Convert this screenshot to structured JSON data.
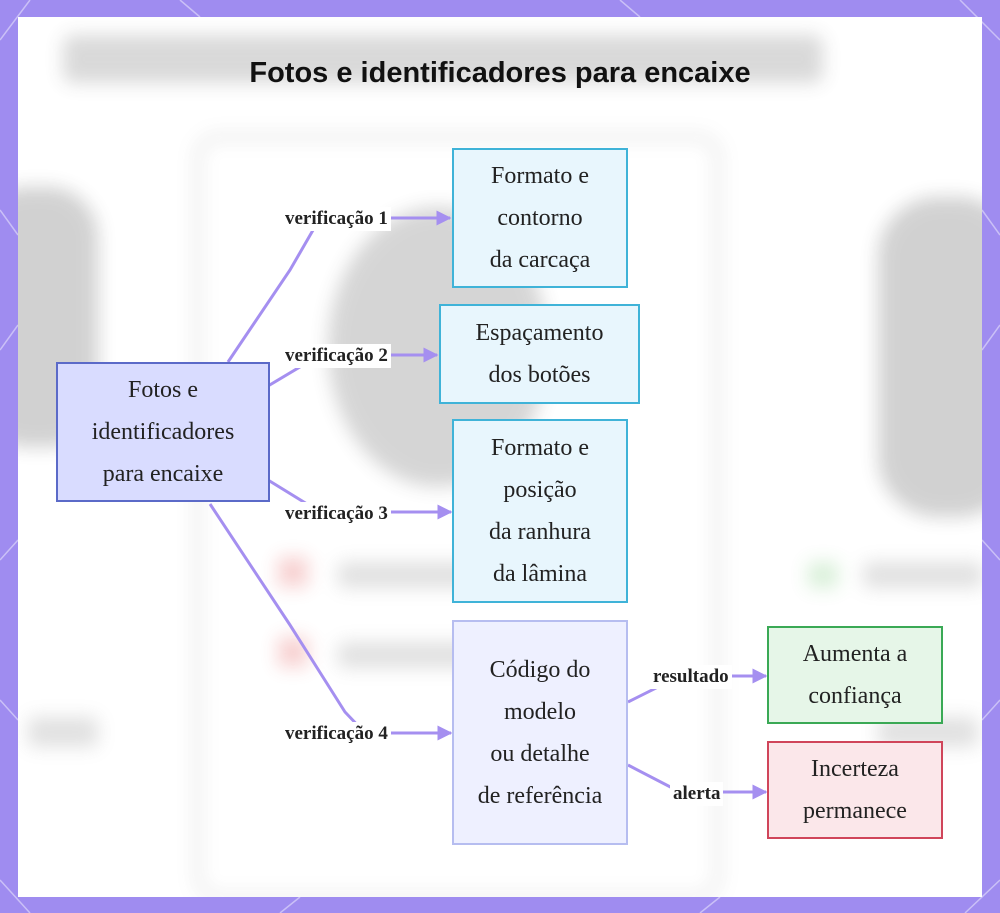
{
  "title": "Fotos e identificadores para encaixe",
  "nodes": {
    "root": [
      "Fotos e",
      "identificadores",
      "para encaixe"
    ],
    "check1": [
      "Formato e",
      "contorno",
      "da carcaça"
    ],
    "check2": [
      "Espaçamento",
      "dos botões"
    ],
    "check3": [
      "Formato e",
      "posição",
      "da ranhura",
      "da lâmina"
    ],
    "check4": [
      "Código do",
      "modelo",
      "ou detalhe",
      "de referência"
    ],
    "result": [
      "Aumenta a",
      "confiança"
    ],
    "alert": [
      "Incerteza",
      "permanece"
    ]
  },
  "edges": {
    "e1": "verificação 1",
    "e2": "verificação 2",
    "e3": "verificação 3",
    "e4": "verificação 4",
    "e5": "resultado",
    "e6": "alerta"
  },
  "colors": {
    "frame": "#9f8cf0",
    "edge": "#a58ff0",
    "root_border": "#5b6ac8",
    "root_fill": "#d9dcff",
    "cyan_border": "#3fb3d8",
    "cyan_fill": "#e8f6fd",
    "lavender_border": "#b6bdf0",
    "lavender_fill": "#eef0ff",
    "green_border": "#3aa955",
    "green_fill": "#e6f6e8",
    "red_border": "#d0455a",
    "red_fill": "#fbe7ea"
  }
}
